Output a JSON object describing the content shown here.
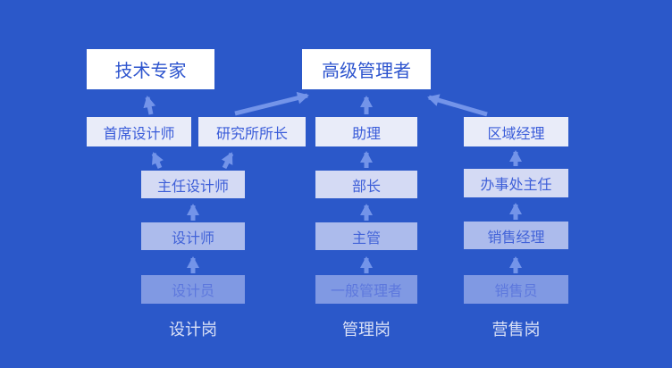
{
  "diagram": {
    "type": "career-ladder-hierarchy",
    "colors": {
      "background": "#2B58C9",
      "top_box": "#FFFFFF",
      "level4_box": "#E9ECF9",
      "level3_box": "#D4DAF4",
      "level2_box": "#ACBBEC",
      "level1_box": "#8099E3",
      "arrow": "#7394E9",
      "top_box_text": "#2D54CE",
      "column_label_text": "#D9E0F6"
    }
  },
  "nodes": {
    "tech_expert": "技术专家",
    "senior_manager": "高级管理者",
    "chief_designer": "首席设计师",
    "institute_director": "研究所所长",
    "assistant": "助理",
    "regional_manager": "区域经理",
    "chief_design_director": "主任设计师",
    "department_head": "部长",
    "office_director": "办事处主任",
    "designer": "设计师",
    "supervisor": "主管",
    "sales_manager": "销售经理",
    "junior_designer": "设计员",
    "general_staff": "一般管理者",
    "salesperson": "销售员"
  },
  "column_labels": {
    "design": "设计岗",
    "management": "管理岗",
    "sales": "营售岗"
  },
  "edges": [
    {
      "from": "设计员",
      "to": "设计师"
    },
    {
      "from": "设计师",
      "to": "主任设计师"
    },
    {
      "from": "主任设计师",
      "to": "首席设计师"
    },
    {
      "from": "主任设计师",
      "to": "研究所所长"
    },
    {
      "from": "首席设计师",
      "to": "技术专家"
    },
    {
      "from": "研究所所长",
      "to": "高级管理者"
    },
    {
      "from": "一般管理者",
      "to": "主管"
    },
    {
      "from": "主管",
      "to": "部长"
    },
    {
      "from": "部长",
      "to": "助理"
    },
    {
      "from": "助理",
      "to": "高级管理者"
    },
    {
      "from": "销售员",
      "to": "销售经理"
    },
    {
      "from": "销售经理",
      "to": "办事处主任"
    },
    {
      "from": "办事处主任",
      "to": "区域经理"
    },
    {
      "from": "区域经理",
      "to": "高级管理者"
    }
  ]
}
